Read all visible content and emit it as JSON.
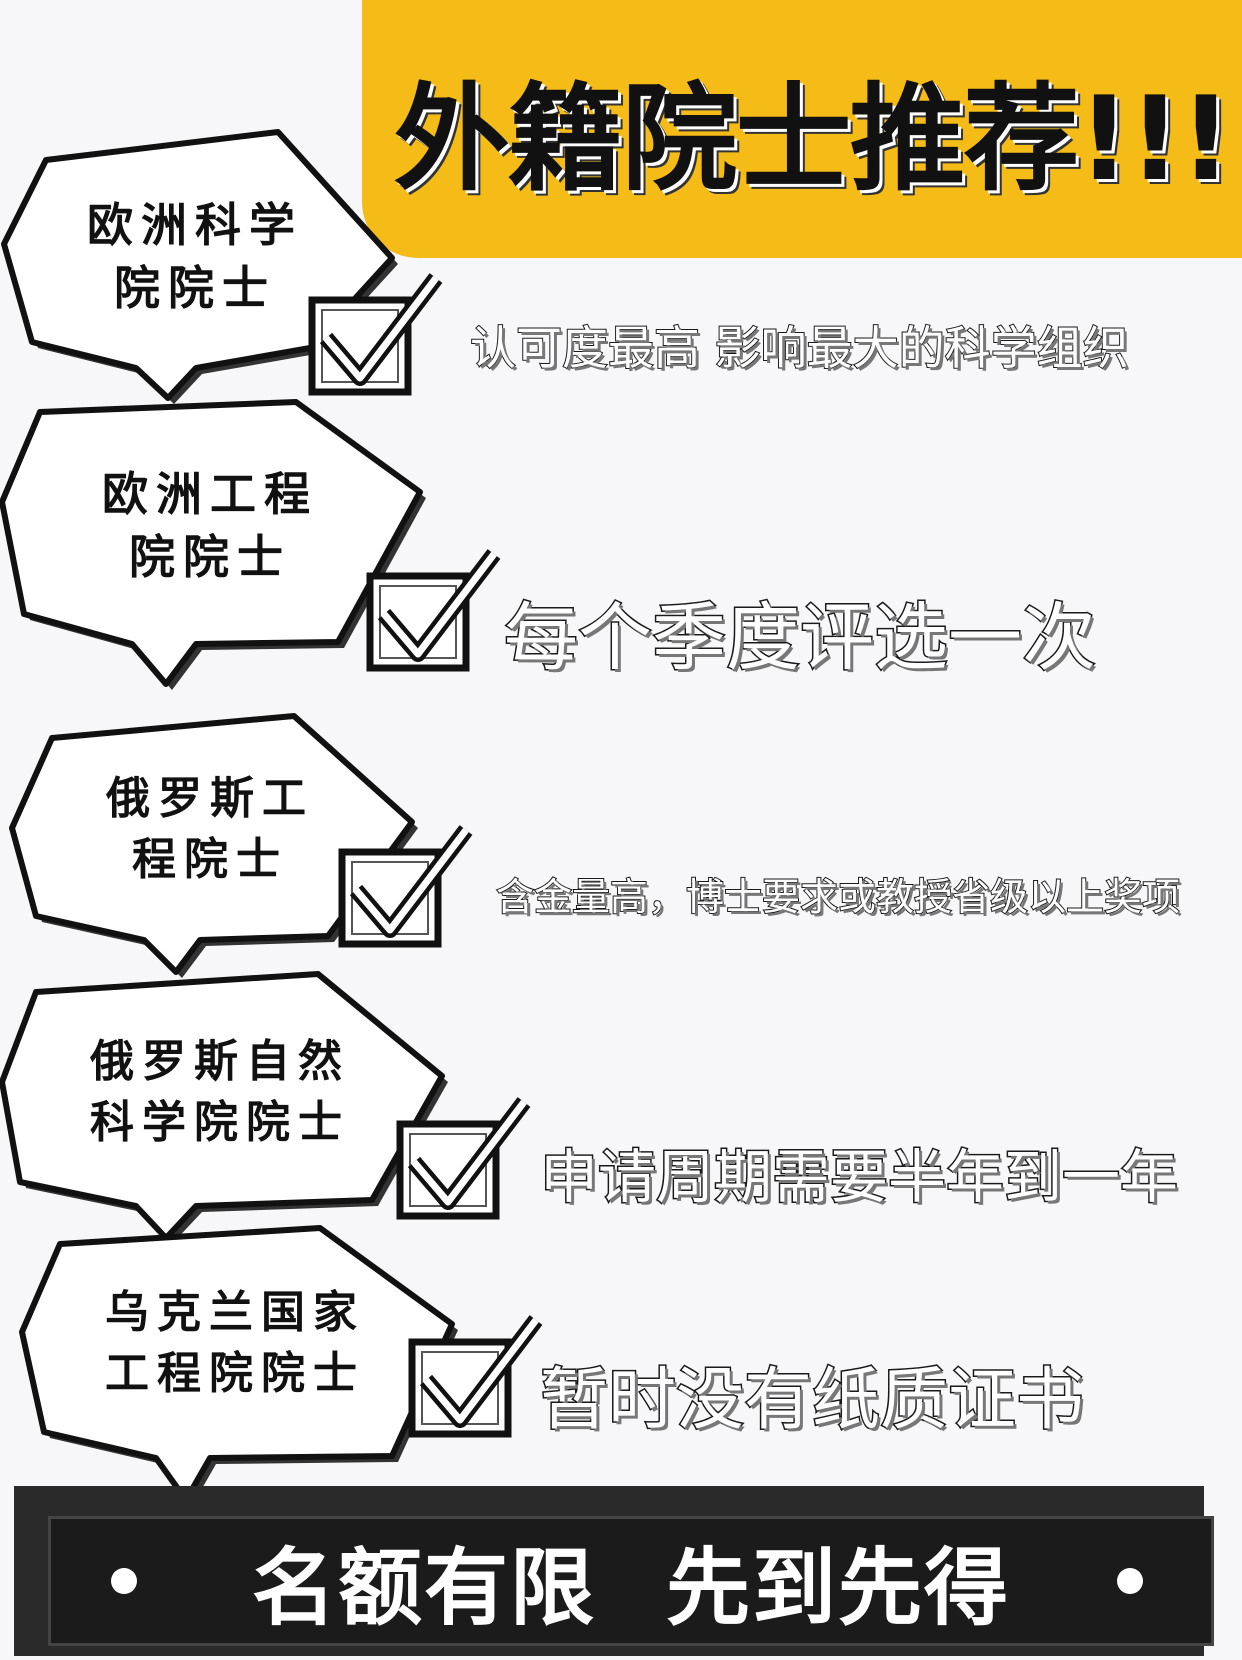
{
  "title": "外籍院士推荐!!!",
  "items": [
    {
      "line1": "欧洲科学",
      "line2": "院院士",
      "desc": "认可度最高 影响最大的科学组织"
    },
    {
      "line1": "欧洲工程",
      "line2": "院院士",
      "desc": "每个季度评选一次"
    },
    {
      "line1": "俄罗斯工",
      "line2": "程院士",
      "desc": "含金量高，博士要求或教授省级以上奖项"
    },
    {
      "line1": "俄罗斯自然",
      "line2": "科学院院士",
      "desc": "申请周期需要半年到一年"
    },
    {
      "line1": "乌克兰国家",
      "line2": "工程院院士",
      "desc": "暂时没有纸质证书"
    }
  ],
  "footer": {
    "left": "名额有限",
    "right": "先到先得"
  },
  "colors": {
    "banner": "#f5bb16",
    "footer": "#1b1b1b"
  },
  "icons": [
    "checkbox-check-icon",
    "speech-bubble",
    "bullet-dot-icon"
  ]
}
